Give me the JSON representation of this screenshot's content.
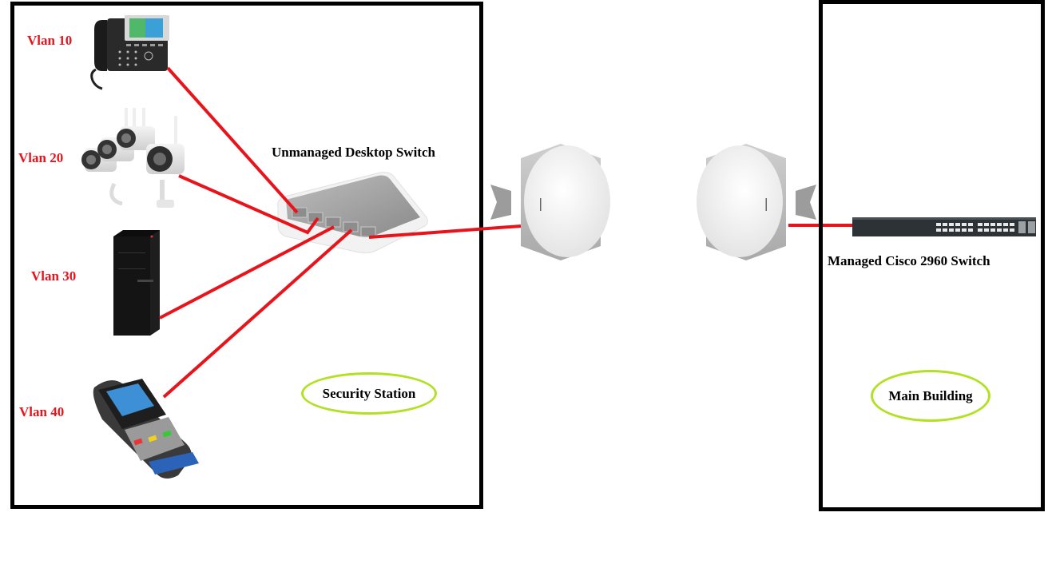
{
  "colors": {
    "link": "#e8141c",
    "vlan_label": "#e8141c",
    "zone_ellipse": "#b2e022",
    "border": "#000000",
    "background": "#ffffff"
  },
  "zones": {
    "security_station": {
      "label": "Security Station"
    },
    "main_building": {
      "label": "Main Building"
    }
  },
  "devices": {
    "ip_phone": {
      "icon": "ip-phone-icon",
      "vlan": "Vlan 10"
    },
    "ip_cameras": {
      "icon": "ip-camera-icon",
      "vlan": "Vlan 20"
    },
    "pc_tower": {
      "icon": "desktop-tower-icon",
      "vlan": "Vlan 30"
    },
    "pos_terminal": {
      "icon": "pos-terminal-icon",
      "vlan": "Vlan 40"
    },
    "unmanaged_switch": {
      "icon": "unmanaged-switch-icon",
      "label": "Unmanaged  Desktop Switch"
    },
    "wireless_bridge_a": {
      "icon": "wireless-bridge-icon"
    },
    "wireless_bridge_b": {
      "icon": "wireless-bridge-icon"
    },
    "managed_switch": {
      "icon": "managed-switch-icon",
      "label": "Managed Cisco 2960 Switch"
    }
  },
  "links": [
    {
      "from": "ip_phone",
      "to": "unmanaged_switch"
    },
    {
      "from": "ip_cameras",
      "to": "unmanaged_switch"
    },
    {
      "from": "pc_tower",
      "to": "unmanaged_switch"
    },
    {
      "from": "pos_terminal",
      "to": "unmanaged_switch"
    },
    {
      "from": "unmanaged_switch",
      "to": "wireless_bridge_a"
    },
    {
      "from": "wireless_bridge_b",
      "to": "managed_switch"
    }
  ]
}
